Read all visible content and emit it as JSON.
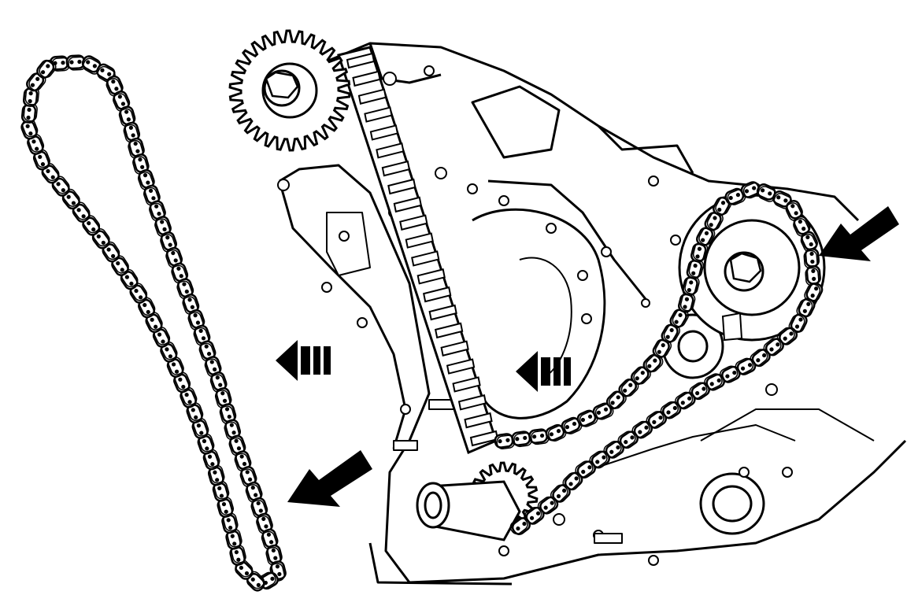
{
  "diagram": {
    "kind": "engine timing chain replacement illustration",
    "ink_color": "#000000",
    "background_color": "#ffffff",
    "components": [
      "timing-chain",
      "camshaft-sprocket-left",
      "camshaft-sprocket-right",
      "crankshaft-sprocket",
      "chain-guide",
      "timing-cover",
      "removal-arrow",
      "pointer-arrow"
    ],
    "annotations": {
      "removal_arrow_count": 2,
      "pointer_arrow_count": 2,
      "printed_text": []
    }
  }
}
